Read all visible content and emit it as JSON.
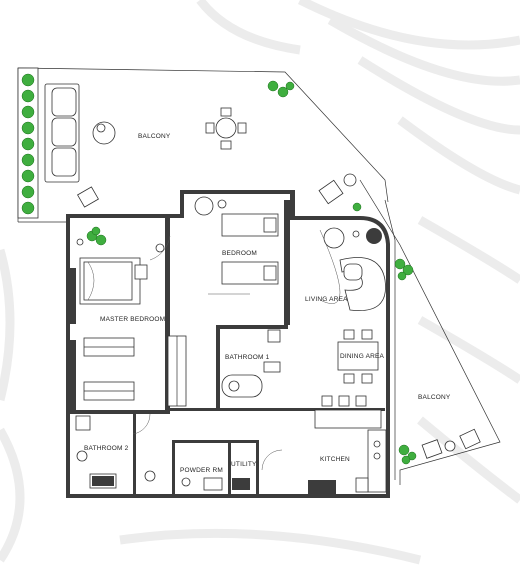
{
  "rooms": {
    "balcony_top": "BALCONY",
    "bedroom": "BEDROOM",
    "master_bedroom": "MASTER BEDROOM",
    "living_area": "LIVING AREA",
    "bathroom_1": "BATHROOM 1",
    "dining_area": "DINING AREA",
    "balcony_right": "BALCONY",
    "bathroom_2": "BATHROOM 2",
    "kitchen": "KITCHEN",
    "powder_rm": "POWDER RM",
    "utility": "UTILITY"
  },
  "colors": {
    "wall": "#3c3c3c",
    "plant": "#3fae3f",
    "background_lines": "#ececec"
  }
}
